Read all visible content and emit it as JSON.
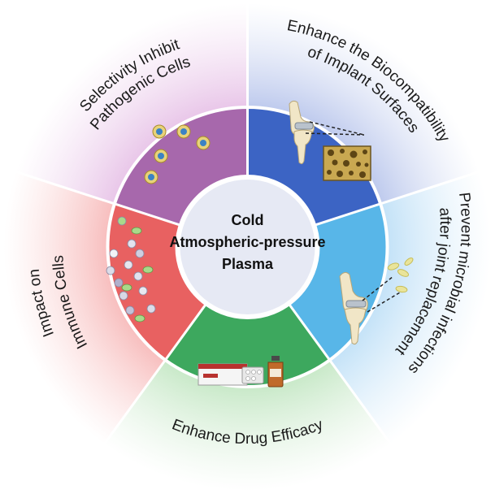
{
  "center": {
    "lines": [
      "Cold",
      "Atmospheric-pressure",
      "Plasma"
    ]
  },
  "segments": [
    {
      "id": "enhance-biocompatibility",
      "label_lines": [
        "Enhance the Biocompatibility",
        "of Implant Surfaces"
      ],
      "outer_color": "#b9c6ec",
      "inner_color": "#3c64c4",
      "icon": "knee-implant-icon"
    },
    {
      "id": "prevent-infections",
      "label_lines": [
        "Prevent microbial infections",
        "after joint replacement"
      ],
      "outer_color": "#bfe0f7",
      "inner_color": "#58b6e8",
      "icon": "knee-bacteria-icon"
    },
    {
      "id": "drug-efficacy",
      "label_lines": [
        "Enhance Drug Efficacy"
      ],
      "outer_color": "#c4e7c4",
      "inner_color": "#3da85e",
      "icon": "medicine-icon"
    },
    {
      "id": "immune-cells",
      "label_lines": [
        "Impact on",
        "Immune Cells"
      ],
      "outer_color": "#f7b9b9",
      "inner_color": "#e86161",
      "icon": "immune-cells-icon"
    },
    {
      "id": "inhibit-pathogenic",
      "label_lines": [
        "Selectivity Inhibit",
        "Pathogenic Cells"
      ],
      "outer_color": "#e7c2e7",
      "inner_color": "#a768ac",
      "icon": "pathogenic-cells-icon"
    }
  ]
}
